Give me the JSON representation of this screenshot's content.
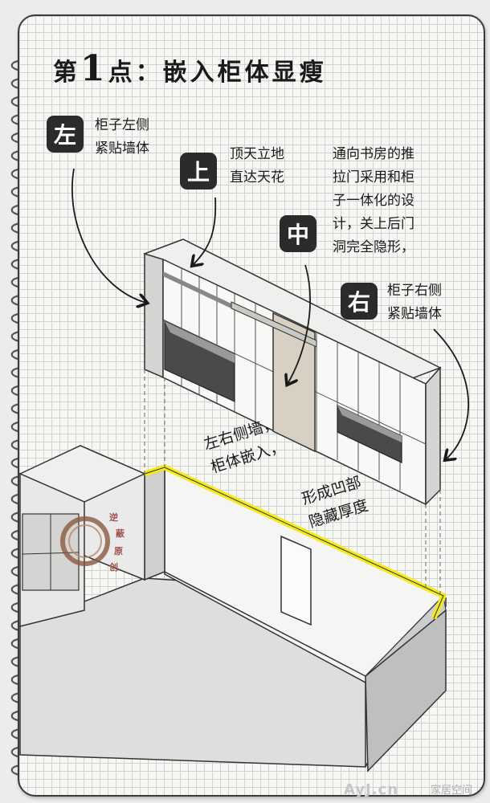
{
  "title": {
    "prefix": "第",
    "number": "1",
    "suffix": "点：嵌入柜体显瘦"
  },
  "badges": {
    "left": "左",
    "top": "上",
    "middle": "中",
    "right": "右"
  },
  "notes": {
    "left": [
      "柜子左侧",
      "紧贴墙体"
    ],
    "top": [
      "顶天立地",
      "直达天花"
    ],
    "middle": [
      "通向书房的推",
      "拉门采用和柜",
      "子一体化的设",
      "计，关上后门",
      "洞完全隐形，"
    ],
    "right": [
      "柜子右侧",
      "紧贴墙体"
    ]
  },
  "annotations": {
    "side_walls": [
      "左右侧墙，",
      "柜体嵌入，"
    ],
    "recess": [
      "形成凹部",
      "隐藏厚度"
    ]
  },
  "stamp": {
    "chars": [
      "逆",
      "蔽",
      "原",
      "创"
    ]
  },
  "watermark": {
    "logo": "AyJ.cn",
    "account": "家居空间"
  },
  "colors": {
    "badge_bg": "#2b2b2b",
    "highlight": "#f2ea1d",
    "door": "#d8d0c2",
    "grid": "#cfd3d6"
  }
}
